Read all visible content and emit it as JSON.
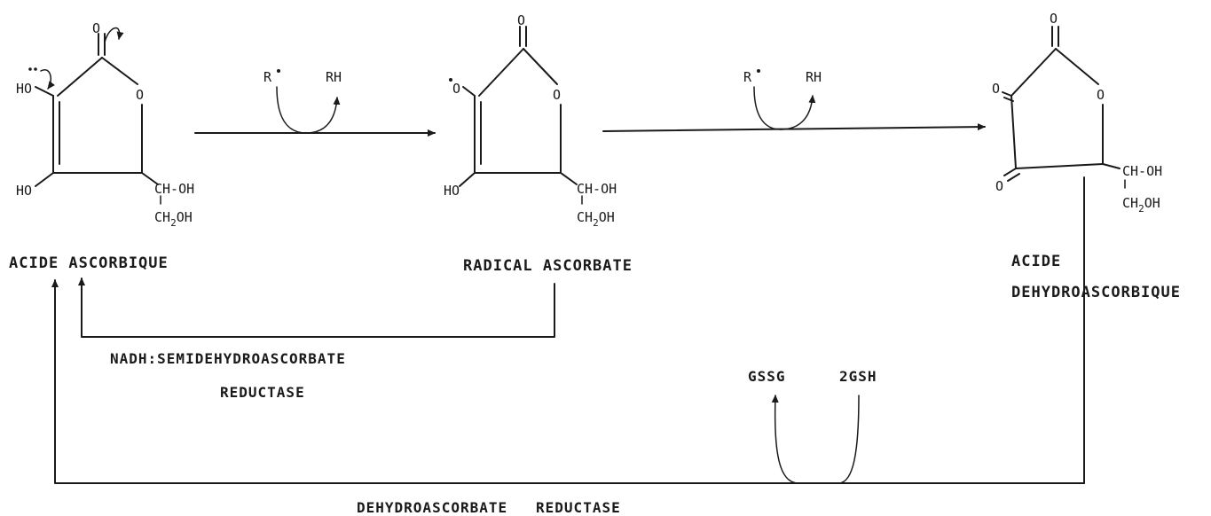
{
  "colors": {
    "ink": "#1a1a1a",
    "paper": "#ffffff"
  },
  "atoms": {
    "O": "O",
    "HO": "HO",
    "HO_radical": "HO",
    "CHOH": "CH-OH",
    "CH2OH_pre": "CH",
    "CH2OH_sub": "2",
    "CH2OH_post": "OH",
    "R_radical": "R",
    "RH": "RH",
    "dot": "•"
  },
  "compounds": {
    "ascorbic_acid": "ACIDE ASCORBIQUE",
    "radical_ascorbate": "RADICAL ASCORBATE",
    "dehydroascorbic_line1": "ACIDE",
    "dehydroascorbic_line2": "DEHYDROASCORBIQUE"
  },
  "cofactors": {
    "gssg": "GSSG",
    "two_gsh": "2GSH"
  },
  "enzymes": {
    "semidehydro_line1": "NADH:SEMIDEHYDROASCORBATE",
    "semidehydro_line2": "REDUCTASE",
    "dehydro_reductase": "DEHYDROASCORBATE   REDUCTASE"
  },
  "icons": {
    "arrow": "arrow-head-icon",
    "electron_pair": "electron-pair-icon",
    "radical_dot": "radical-dot-icon"
  }
}
